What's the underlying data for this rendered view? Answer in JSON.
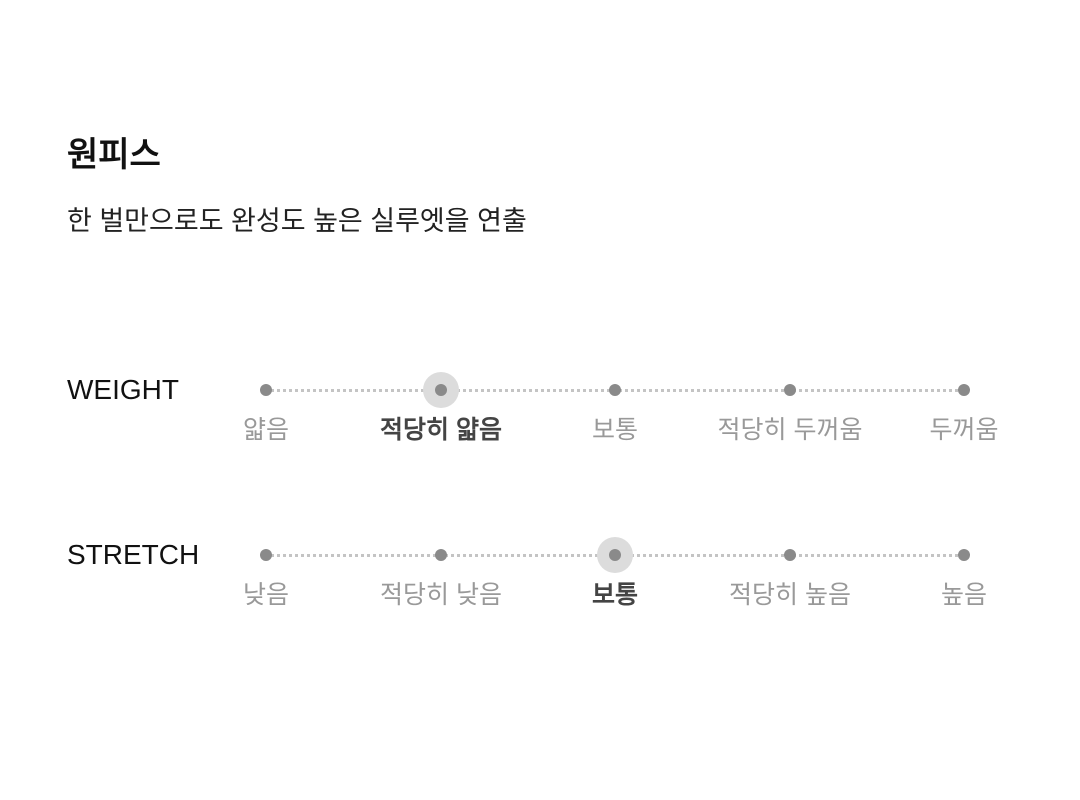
{
  "product": {
    "title": "원피스",
    "description": "한 벌만으로도 완성도 높은 실루엣을 연출"
  },
  "attributes": [
    {
      "label": "WEIGHT",
      "options": [
        "얇음",
        "적당히 얇음",
        "보통",
        "적당히 두꺼움",
        "두꺼움"
      ],
      "selected_index": 1
    },
    {
      "label": "STRETCH",
      "options": [
        "낮음",
        "적당히 낮음",
        "보통",
        "적당히 높음",
        "높음"
      ],
      "selected_index": 2
    }
  ],
  "colors": {
    "dot": "#8a8a8a",
    "halo": "#dcdcdc",
    "track": "#c4c4c4"
  }
}
